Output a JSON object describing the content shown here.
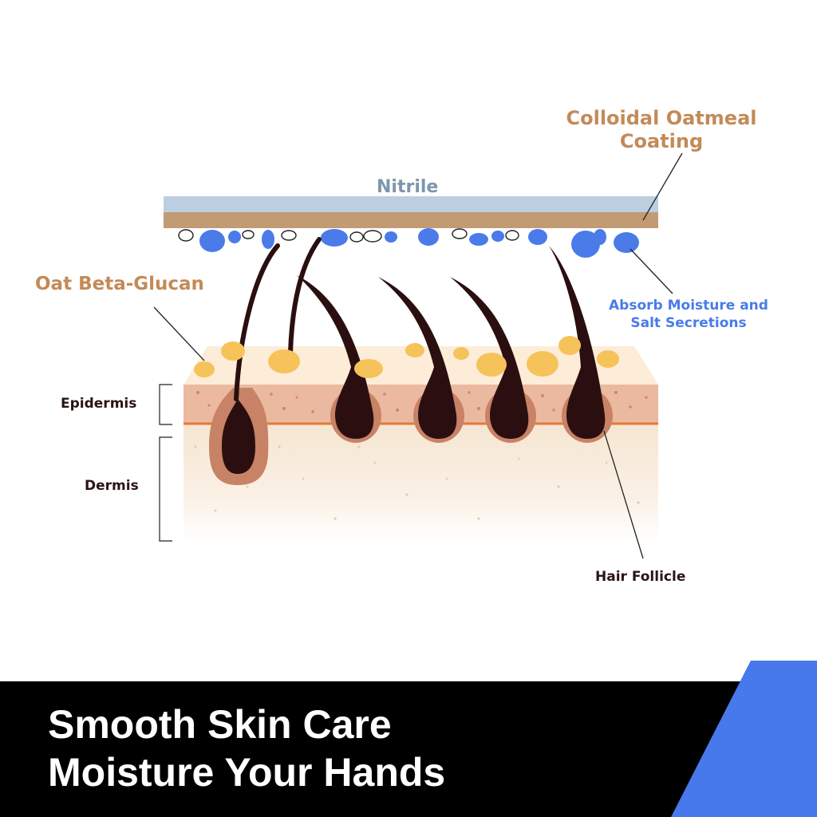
{
  "labels": {
    "coating": [
      "Colloidal Oatmeal",
      "Coating"
    ],
    "nitrile": "Nitrile",
    "oat_beta_glucan": "Oat Beta-Glucan",
    "absorb": [
      "Absorb Moisture and",
      "Salt Secretions"
    ],
    "epidermis": "Epidermis",
    "dermis": "Dermis",
    "hair_follicle": "Hair Follicle"
  },
  "banner": {
    "line1": "Smooth Skin Care",
    "line2": "Moisture Your Hands"
  },
  "colors": {
    "nitrile": "#bccfe0",
    "coating": "#c29a74",
    "moisture_drop": "#4a7be8",
    "beta_glucan": "#f6c35a",
    "epidermis": "#eab9a0",
    "dermis": "#f6ead8",
    "hair": "#2b0f10",
    "label_orange": "#c38a58",
    "label_blue": "#4a7be8",
    "banner_bg": "#000000",
    "banner_accent": "#4779ec"
  }
}
